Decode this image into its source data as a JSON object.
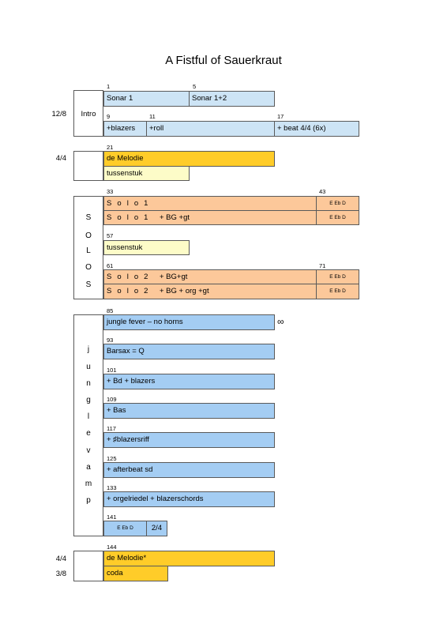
{
  "title": "A Fistful of Sauerkraut",
  "meters": {
    "m1": "12/8",
    "m2": "4/4",
    "m3": "4/4",
    "m4": "3/8"
  },
  "sections": {
    "intro": "Intro",
    "solos": [
      "S",
      "O",
      "L",
      "O",
      "S"
    ],
    "junglevamp": [
      "j",
      "u",
      "n",
      "g",
      "l",
      "e",
      "v",
      "a",
      "m",
      "p"
    ]
  },
  "bars": {
    "b1": "1",
    "b5": "5",
    "b9": "9",
    "b11": "11",
    "b17": "17",
    "b21": "21",
    "b33": "33",
    "b43": "43",
    "b57": "57",
    "b61": "61",
    "b71": "71",
    "b85": "85",
    "b93": "93",
    "b101": "101",
    "b109": "109",
    "b117": "117",
    "b125": "125",
    "b133": "133",
    "b141": "141",
    "b144": "144"
  },
  "cells": {
    "sonar1": "Sonar 1",
    "sonar12": "Sonar 1+2",
    "blazers": "+blazers",
    "roll": "+roll",
    "beat": "+ beat 4/4 (6x)",
    "melodie": "de Melodie",
    "tussen1": "tussenstuk",
    "solo1a": "S o l o  1",
    "solo1b": "S o l o  1",
    "solo1b_add": "+ BG +gt",
    "tussen2": "tussenstuk",
    "solo2a": "S o l o  2",
    "solo2a_add": "+ BG+gt",
    "solo2b": "S o l o  2",
    "solo2b_add": "+ BG + org +gt",
    "chords": "E Eb D",
    "jungle": "jungle fever – no horns",
    "infinity": "∞",
    "barsax": "Barsax = Q",
    "bd": "+ Bd + blazers",
    "bas": "+ Bas",
    "riff": "+ ♯blazersriff",
    "afterbeat": "+ afterbeat sd",
    "orgel": "+ orgelriedel + blazerschords",
    "jchords": "E Eb D",
    "twofour": "2/4",
    "melodie2": "de Melodie*",
    "coda": "coda"
  },
  "colors": {
    "light_blue": "#cde4f5",
    "blue": "#a4cdf3",
    "gold": "#ffcc29",
    "cream": "#fdfcc8",
    "peach": "#fcc89a"
  }
}
